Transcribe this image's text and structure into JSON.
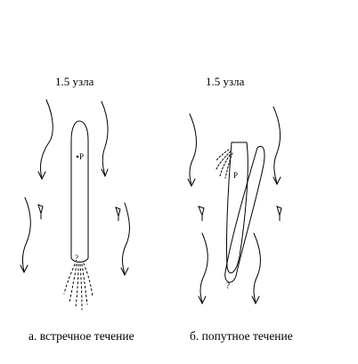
{
  "panels": [
    {
      "speed_label": "1.5 узла",
      "caption": "а. встречное течение",
      "marks": {
        "p": "P",
        "q": "?"
      }
    },
    {
      "speed_label": "1.5 узла",
      "caption": "б. попутное течение",
      "marks": {
        "p": "P",
        "q": "?"
      }
    }
  ],
  "colors": {
    "ink": "#000000",
    "background": "#ffffff"
  }
}
